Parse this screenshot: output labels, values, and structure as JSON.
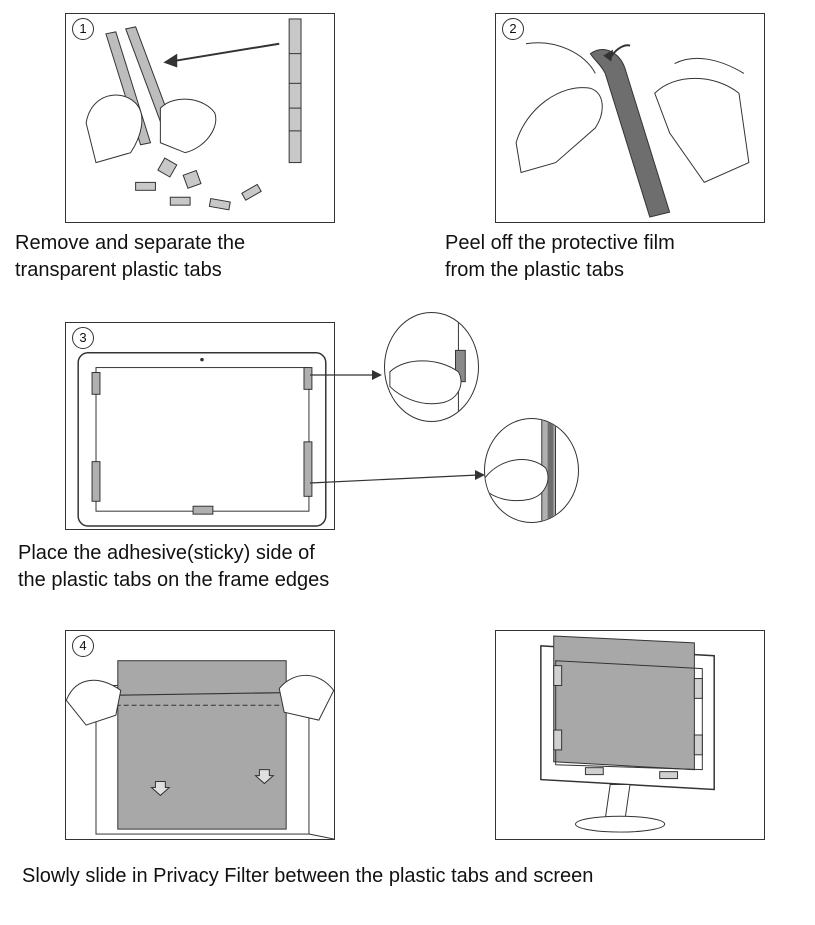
{
  "steps": [
    {
      "number": "1",
      "caption_line1": "Remove and separate the",
      "caption_line2": "transparent plastic tabs"
    },
    {
      "number": "2",
      "caption_line1": "Peel off the protective film",
      "caption_line2": "from the plastic tabs"
    },
    {
      "number": "3",
      "caption_line1": "Place the adhesive(sticky) side of",
      "caption_line2": "the plastic tabs on the frame edges"
    },
    {
      "number": "4",
      "caption_line1": "Slowly slide in Privacy Filter between the plastic tabs and screen"
    }
  ],
  "icons": [
    "circled-number-icon",
    "hand-icon",
    "arrow-icon"
  ],
  "colors": {
    "line": "#333333",
    "tab_gray": "#9a9a9a",
    "film_dark": "#6e6e6e",
    "filter_gray": "#a8a8a8"
  }
}
